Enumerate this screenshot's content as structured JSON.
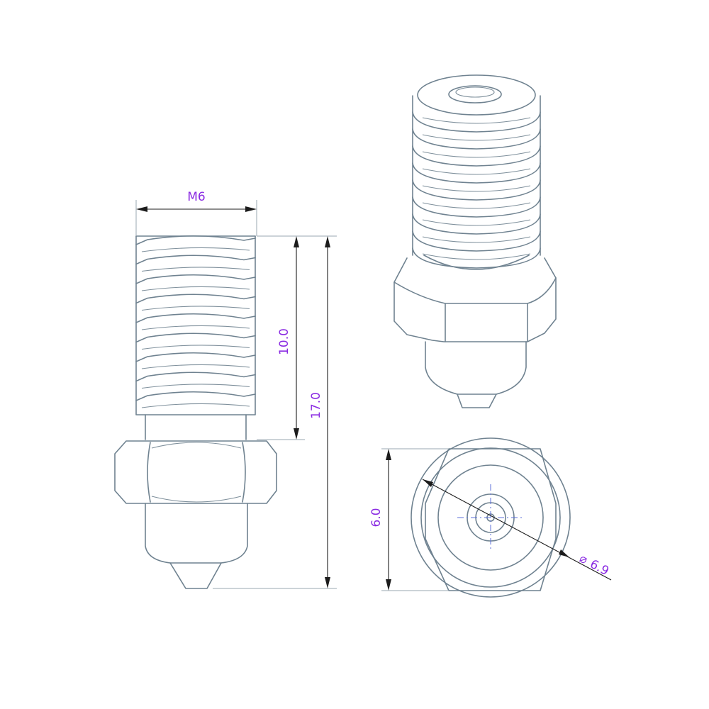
{
  "colors": {
    "outline": "#6f8290",
    "dimension_line": "#1c1c1c",
    "dimension_text": "#8a2be2",
    "center_line": "#5b6fd8",
    "background": "#ffffff"
  },
  "dimensions": {
    "thread": "M6",
    "thread_length": "10.0",
    "total_length": "17.0",
    "hex_flats": "6.0",
    "hex_corners": "6.9",
    "diameter_symbol": "⌀"
  }
}
